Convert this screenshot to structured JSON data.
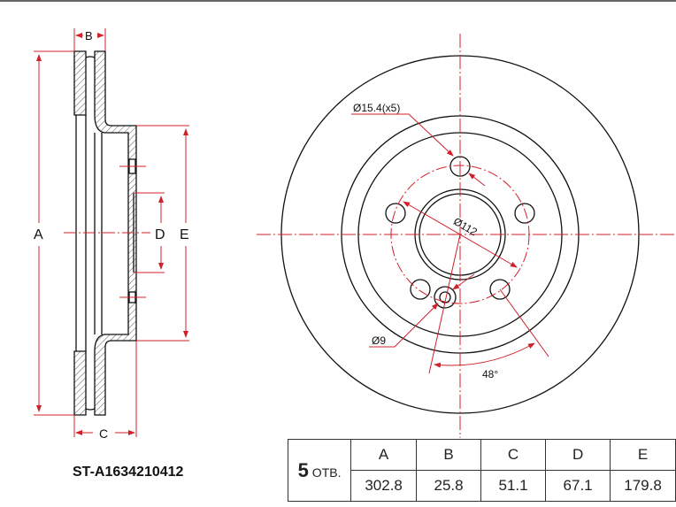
{
  "part_number": "ST-A1634210412",
  "holes": {
    "count": "5",
    "suffix": " ОТВ."
  },
  "table": {
    "headers": [
      "A",
      "B",
      "C",
      "D",
      "E"
    ],
    "values": [
      "302.8",
      "25.8",
      "51.1",
      "67.1",
      "179.8"
    ]
  },
  "side_view_labels": {
    "A": "A",
    "B": "B",
    "C": "C",
    "D": "D",
    "E": "E"
  },
  "front_view_labels": {
    "bolt_hole": "Ø15.4(x5)",
    "pcd": "Ø112",
    "small_hole": "Ø9",
    "angle": "48°"
  },
  "colors": {
    "line": "#111111",
    "dimension": "#d0202a"
  }
}
